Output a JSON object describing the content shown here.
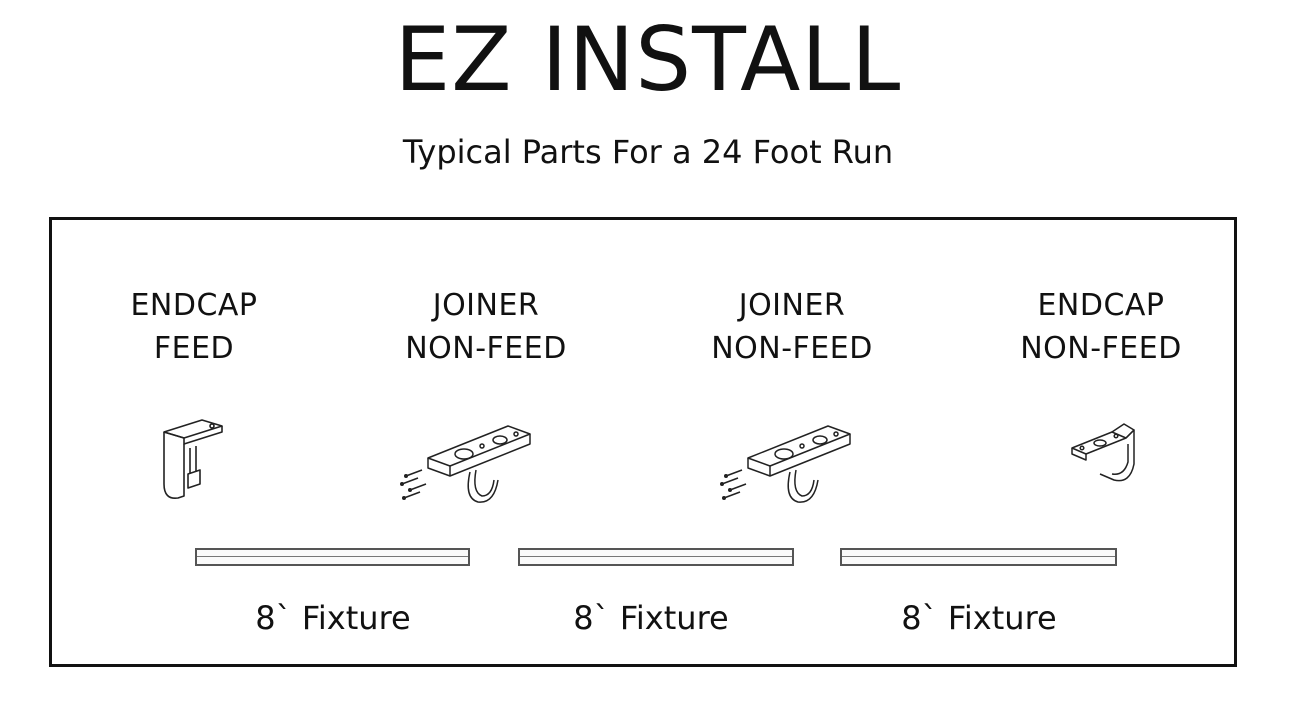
{
  "title": "EZ INSTALL",
  "subtitle": "Typical Parts For a 24 Foot Run",
  "parts": [
    {
      "line1": "ENDCAP",
      "line2": "FEED",
      "icon": "endcap-feed-bracket-icon"
    },
    {
      "line1": "JOINER",
      "line2": "NON-FEED",
      "icon": "joiner-bracket-icon"
    },
    {
      "line1": "JOINER",
      "line2": "NON-FEED",
      "icon": "joiner-bracket-icon"
    },
    {
      "line1": "ENDCAP",
      "line2": "NON-FEED",
      "icon": "endcap-non-feed-bracket-icon"
    }
  ],
  "fixtures": [
    {
      "label": "8`  Fixture"
    },
    {
      "label": "8`  Fixture"
    },
    {
      "label": "8`  Fixture"
    }
  ]
}
